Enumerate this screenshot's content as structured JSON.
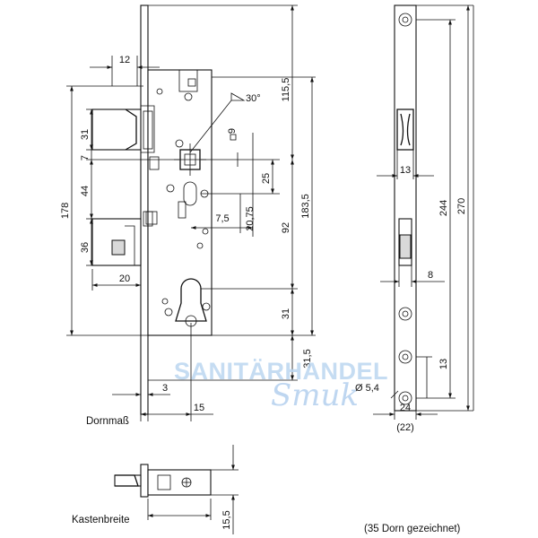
{
  "dimensions": {
    "backset_width": "12",
    "faceplate_top": "115,5",
    "angle": "30°",
    "square_size": "9",
    "height_31_upper": "31",
    "height_7": "7",
    "height_44": "44",
    "height_178": "178",
    "height_36": "36",
    "latch_20": "20",
    "spacing_25": "25",
    "offset_7_5": "7,5",
    "offset_20_75": "20,75",
    "center_92": "92",
    "height_183_5": "183,5",
    "height_31_lower": "31",
    "height_31_5": "31,5",
    "backset_3": "3",
    "backset_15": "15",
    "screw_dia": "Ø 5,4",
    "side_13_upper": "13",
    "side_244": "244",
    "side_270": "270",
    "side_8": "8",
    "side_13_lower": "13",
    "faceplate_24": "24",
    "faceplate_22": "(22)",
    "bottom_15_5": "15,5"
  },
  "labels": {
    "dornmass": "Dornmaß",
    "kastenbreite": "Kastenbreite",
    "note": "(35 Dorn gezeichnet)"
  },
  "watermark": {
    "line1": "SANITÄRHANDEL",
    "line2": "Smuk"
  }
}
